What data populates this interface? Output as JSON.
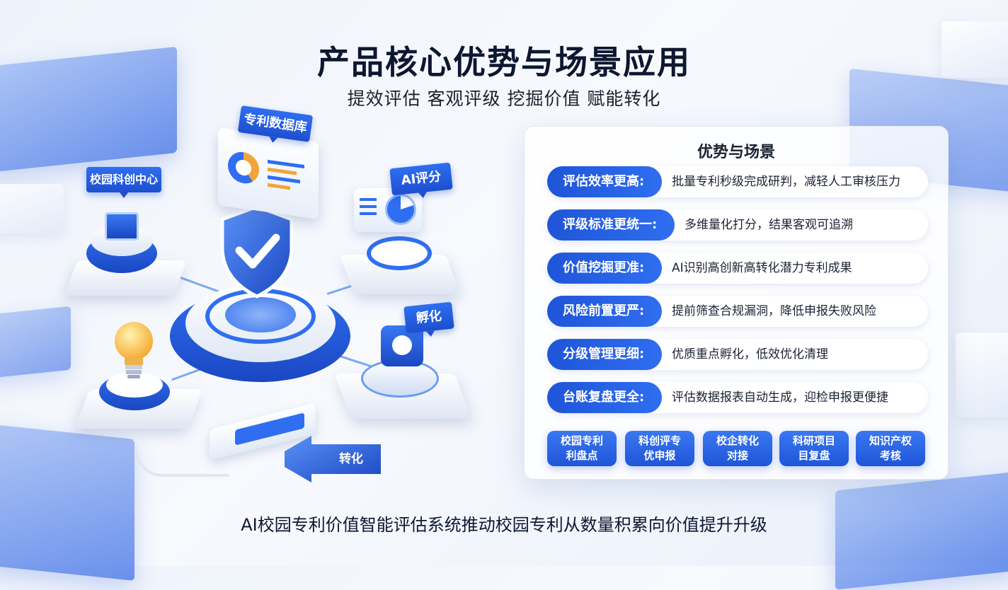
{
  "header": {
    "title": "产品核心优势与场景应用",
    "subtitle": "提效评估 客观评级 挖掘价值 赋能转化"
  },
  "illustration": {
    "labels": {
      "patent_db": "专利数据库",
      "campus_center": "校园科创中心",
      "ai_score": "AI评分",
      "incubate": "孵化",
      "transform": "转化"
    }
  },
  "panel": {
    "title": "优势与场景",
    "rows": [
      {
        "badge": "评估效率更高:",
        "desc": "批量专利秒级完成研判，减轻人工审核压力"
      },
      {
        "badge": "评级标准更统一:",
        "desc": "多维量化打分，结果客观可追溯"
      },
      {
        "badge": "价值挖掘更准:",
        "desc": "AI识别高创新高转化潜力专利成果"
      },
      {
        "badge": "风险前置更严:",
        "desc": "提前筛查合规漏洞，降低申报失败风险"
      },
      {
        "badge": "分级管理更细:",
        "desc": "优质重点孵化，低效优化清理"
      },
      {
        "badge": "台账复盘更全:",
        "desc": "评估数据报表自动生成，迎检申报更便捷"
      }
    ],
    "tags": [
      {
        "line1": "校园专利",
        "line2": "利盘点"
      },
      {
        "line1": "科创评专",
        "line2": "优申报"
      },
      {
        "line1": "校企转化",
        "line2": "对接"
      },
      {
        "line1": "科研项目",
        "line2": "目复盘"
      },
      {
        "line1": "知识产权",
        "line2": "考核"
      }
    ]
  },
  "footer": {
    "text": "AI校园专利价值智能评估系统推动校园专利从数量积累向价值提升升级"
  },
  "colors": {
    "accent": "#1f55d8",
    "accent_light": "#2f6ef0",
    "title": "#0d1730"
  }
}
